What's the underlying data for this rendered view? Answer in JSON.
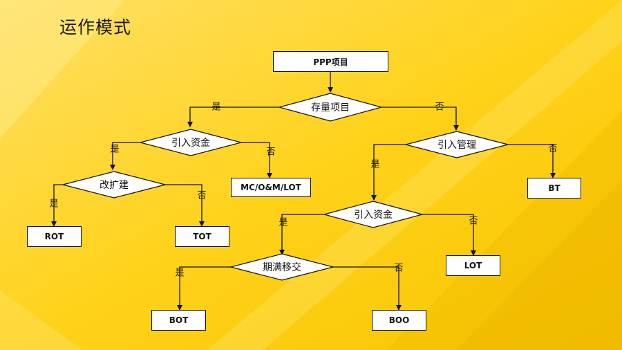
{
  "title": "运作模式",
  "nodes": {
    "ppp": "PPP项目",
    "existing": "存量项目",
    "capital_left": "引入资金",
    "renovate": "改扩建",
    "rot": "ROT",
    "tot": "TOT",
    "mc": "MC/O&M/LOT",
    "mgmt": "引入管理",
    "bt": "BT",
    "capital_right": "引入资金",
    "lot": "LOT",
    "expiry": "期满移交",
    "bot": "BOT",
    "boo": "BOO"
  },
  "labels": {
    "yes": "是",
    "no": "否"
  },
  "colors": {
    "background": "#FFD21A",
    "box_fill": "#FFFFFF",
    "line": "#111111"
  }
}
